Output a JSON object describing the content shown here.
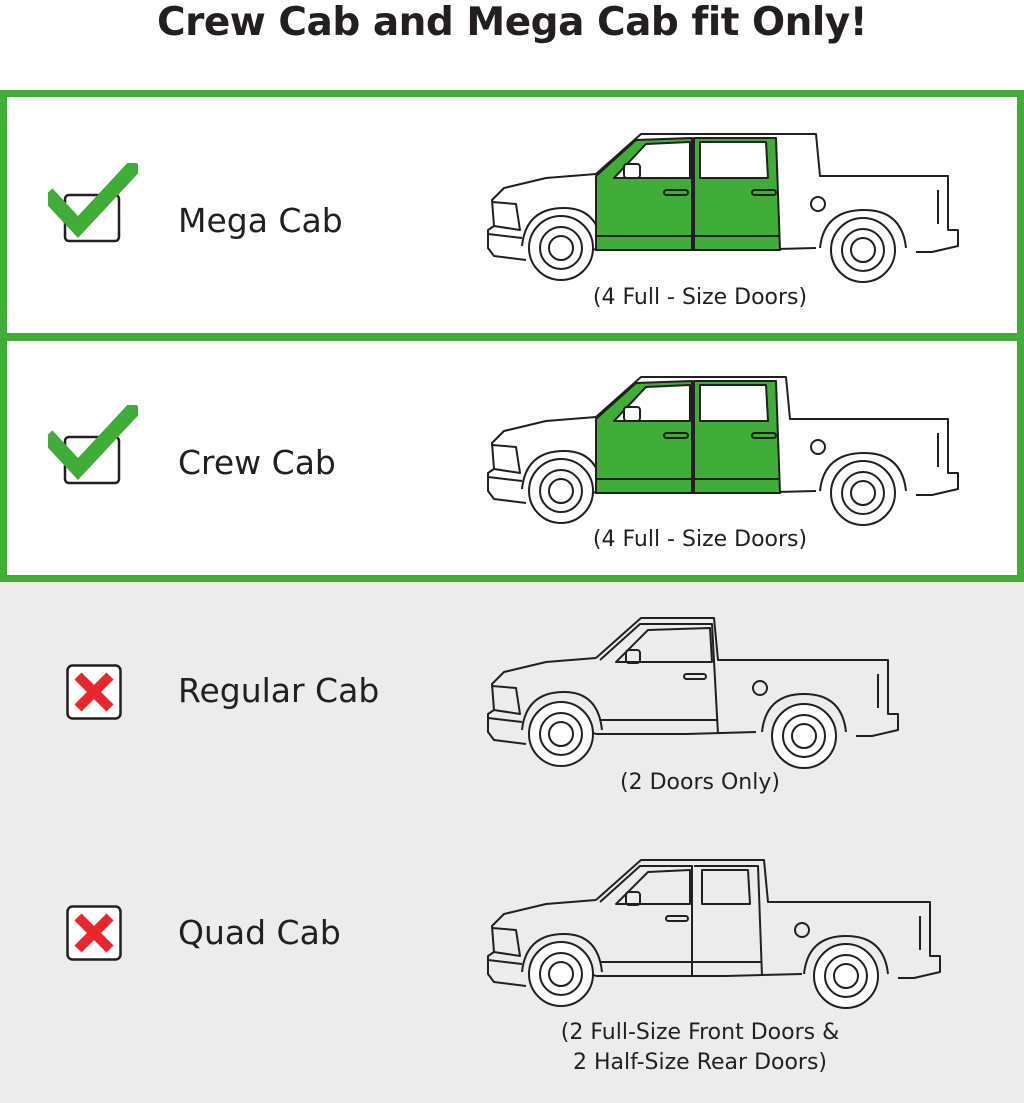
{
  "title": "Crew Cab and Mega Cab fit Only!",
  "colors": {
    "fit_green": "#3fad38",
    "reject_red": "#e8262b",
    "not_fit_bg": "#ececec",
    "outline": "#231f20"
  },
  "rows": [
    {
      "label": "Mega Cab",
      "fits": true,
      "icon": "check-icon",
      "caption_lines": [
        "(4 Full - Size Doors)"
      ]
    },
    {
      "label": "Crew Cab",
      "fits": true,
      "icon": "check-icon",
      "caption_lines": [
        "(4 Full - Size Doors)"
      ]
    },
    {
      "label": "Regular Cab",
      "fits": false,
      "icon": "x-icon",
      "caption_lines": [
        "(2 Doors Only)"
      ]
    },
    {
      "label": "Quad Cab",
      "fits": false,
      "icon": "x-icon",
      "caption_lines": [
        "(2 Full-Size Front Doors &",
        " 2 Half-Size Rear Doors)"
      ]
    }
  ]
}
